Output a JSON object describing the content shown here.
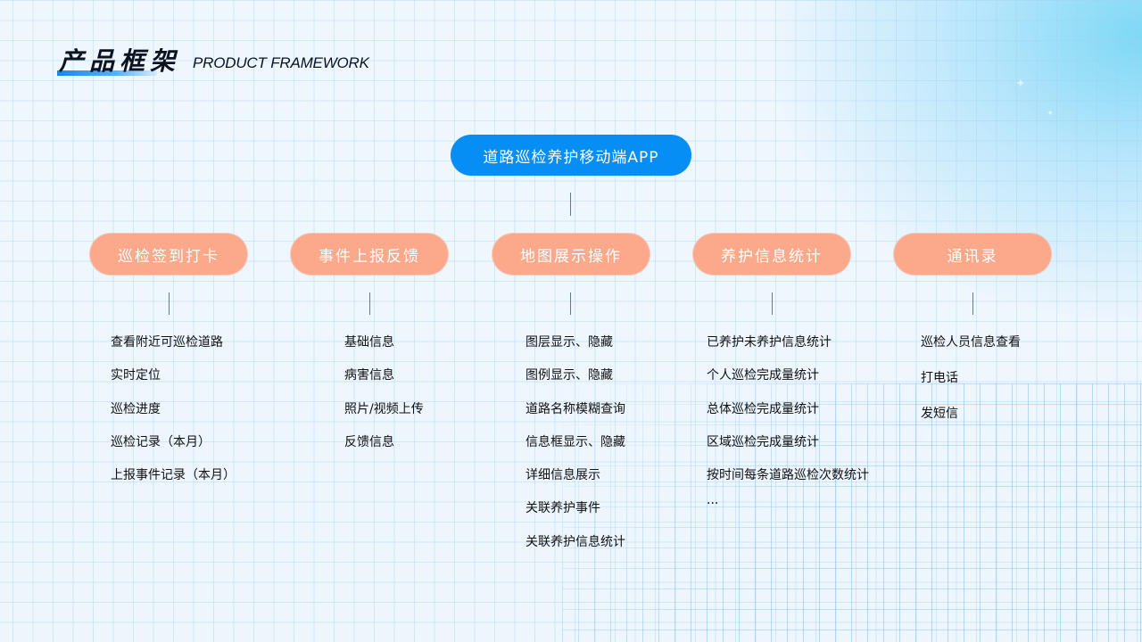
{
  "header": {
    "title_cn": "产品框架",
    "title_en": "PRODUCT FRAMEWORK"
  },
  "root": {
    "label": "道路巡检养护移动端APP",
    "color": "#078ef5"
  },
  "branch_color": "#fca98b",
  "branches": [
    {
      "label": "巡检签到打卡",
      "items": [
        "查看附近可巡检道路",
        "实时定位",
        "巡检进度",
        "巡检记录（本月）",
        "上报事件记录（本月）"
      ]
    },
    {
      "label": "事件上报反馈",
      "items": [
        "基础信息",
        "病害信息",
        "照片/视频上传",
        "反馈信息"
      ]
    },
    {
      "label": "地图展示操作",
      "items": [
        "图层显示、隐藏",
        "图例显示、隐藏",
        "道路名称模糊查询",
        "信息框显示、隐藏",
        "详细信息展示",
        "关联养护事件",
        "关联养护信息统计"
      ]
    },
    {
      "label": "养护信息统计",
      "items": [
        "已养护未养护信息统计",
        "个人巡检完成量统计",
        "总体巡检完成量统计",
        "区域巡检完成量统计",
        "按时间每条道路巡检次数统计",
        "..."
      ]
    },
    {
      "label": "通讯录",
      "items": [
        "巡检人员信息查看",
        "打电话",
        "发短信"
      ]
    }
  ]
}
